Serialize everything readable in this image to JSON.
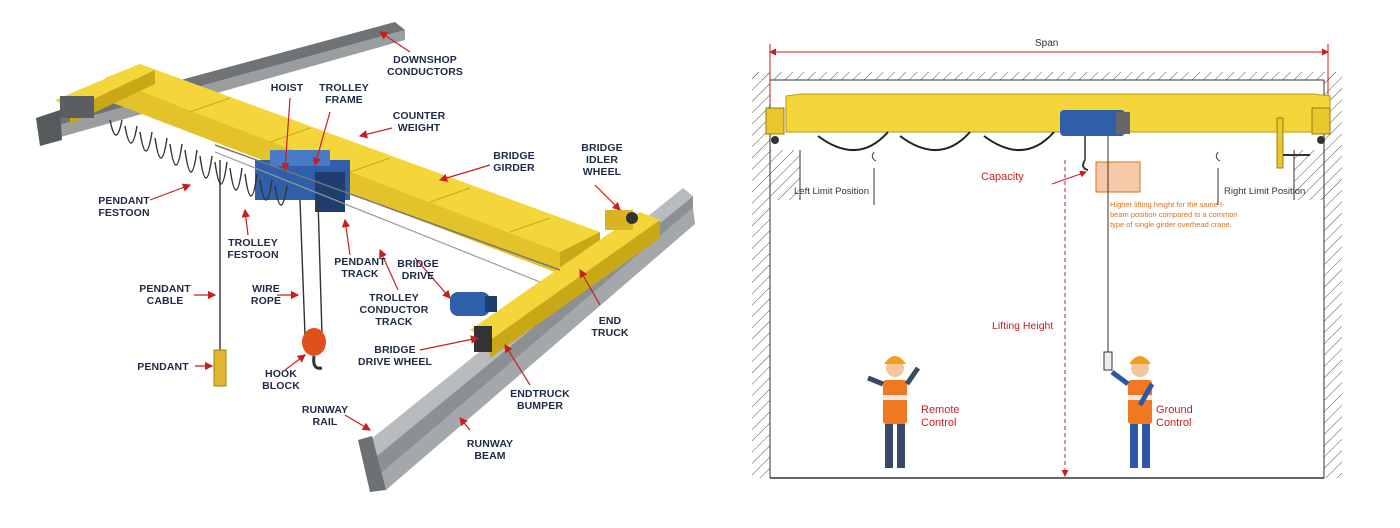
{
  "left_labels": {
    "downshop_conductors": "DOWNSHOP\nCONDUCTORS",
    "hoist": "HOIST",
    "trolley_frame": "TROLLEY\nFRAME",
    "counter_weight": "COUNTER\nWEIGHT",
    "bridge_girder": "BRIDGE\nGIRDER",
    "bridge_idler_wheel": "BRIDGE\nIDLER\nWHEEL",
    "pendant_festoon": "PENDANT\nFESTOON",
    "trolley_festoon": "TROLLEY\nFESTOON",
    "pendant_track": "PENDANT\nTRACK",
    "bridge_drive": "BRIDGE\nDRIVE",
    "pendant_cable": "PENDANT\nCABLE",
    "wire_rope": "WIRE\nROPE",
    "trolley_conductor_track": "TROLLEY\nCONDUCTOR\nTRACK",
    "end_truck": "END\nTRUCK",
    "pendant": "PENDANT",
    "hook_block": "HOOK\nBLOCK",
    "bridge_drive_wheel": "BRIDGE\nDRIVE WHEEL",
    "endtruck_bumper": "ENDTRUCK\nBUMPER",
    "runway_rail": "RUNWAY\nRAIL",
    "runway_beam": "RUNWAY\nBEAM"
  },
  "right_labels": {
    "span": "Span",
    "capacity": "Capacity",
    "left_limit": "Left Limit Position",
    "right_limit": "Right Limit Position",
    "note": "Higher lifting height for the same I-beam position compared to a common type of single girder overhead crane.",
    "lifting_height": "Lifting Height",
    "remote_control": "Remote\nControl",
    "ground_control": "Ground\nControl"
  },
  "colors": {
    "crane_yellow": "#f5d63a",
    "yellow_dark": "#c9a818",
    "beam_gray": "#8a8e90",
    "label_navy": "#1f2a44",
    "arrow_red": "#c81e1e",
    "hoist_blue": "#2f5fa8",
    "note_orange": "#e0701a"
  }
}
